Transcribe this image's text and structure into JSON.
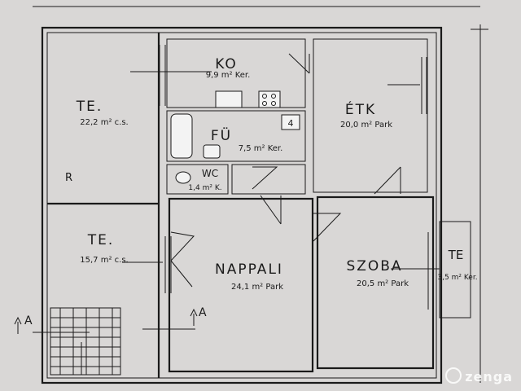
{
  "rooms": {
    "ko": {
      "name": "KO",
      "area": "9,9 m² Ker."
    },
    "te_upper": {
      "name": "TE.",
      "area": "22,2 m² c.s."
    },
    "etk": {
      "name": "ÉTK",
      "area": "20,0 m² Park"
    },
    "fu": {
      "name": "FÜ",
      "area": "7,5 m² Ker."
    },
    "wc": {
      "name": "WC",
      "area": "1,4 m² K."
    },
    "te_lower": {
      "name": "TE.",
      "area": "15,7 m² c.s."
    },
    "nappali": {
      "name": "NAPPALI",
      "area": "24,1 m² Park"
    },
    "szoba": {
      "name": "SZOBA",
      "area": "20,5 m² Park"
    },
    "te_balcony": {
      "name": "TE",
      "area": "3,5 m² Ker."
    }
  },
  "marks": {
    "section_left": "A",
    "section_mid": "A",
    "chimney_num": "4",
    "r_mark": "R"
  },
  "watermark": {
    "text": "zenga"
  },
  "colors": {
    "paper": "#d9d7d6",
    "ink": "#1a1a1a"
  }
}
